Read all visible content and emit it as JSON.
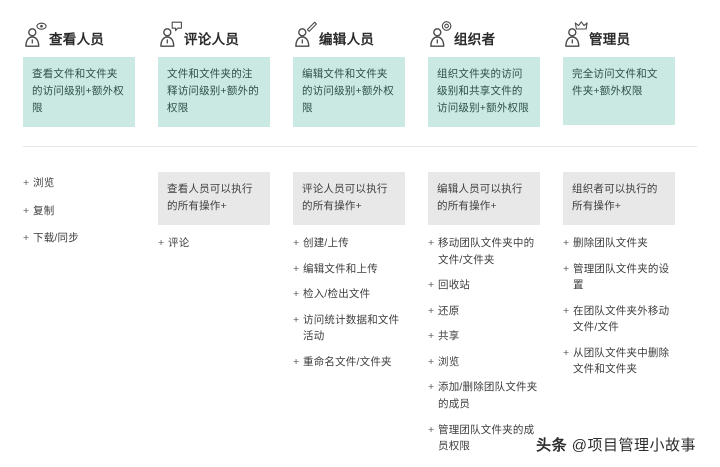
{
  "page": {
    "background": "#ffffff",
    "accent_teal": "#c9e9e2",
    "accent_gray": "#e8e8e8",
    "text_color": "#3d3d3d"
  },
  "roles": [
    {
      "icon": "person-eye-icon",
      "title": "查看人员",
      "description": "查看文件和文件夹的访问级别+额外权限"
    },
    {
      "icon": "person-comment-icon",
      "title": "评论人员",
      "description": "文件和文件夹的注释访问级别+额外的权限"
    },
    {
      "icon": "person-pencil-icon",
      "title": "编辑人员",
      "description": "编辑文件和文件夹的访问级别+额外权限"
    },
    {
      "icon": "person-target-icon",
      "title": "组织者",
      "description": "组织文件夹的访问级别和共享文件的访问级别+额外权限"
    },
    {
      "icon": "person-crown-icon",
      "title": "管理员",
      "description": "完全访问文件和文件夹+额外权限"
    }
  ],
  "permissions": [
    {
      "banner": "",
      "items": [
        "浏览",
        "复制",
        "下载/同步"
      ]
    },
    {
      "banner": "查看人员可以执行的所有操作+",
      "items": [
        "评论"
      ]
    },
    {
      "banner": "评论人员可以执行的所有操作+",
      "items": [
        "创建/上传",
        "编辑文件和上传",
        "检入/检出文件",
        "访问统计数据和文件活动",
        "重命名文件/文件夹"
      ]
    },
    {
      "banner": "编辑人员可以执行的所有操作+",
      "items": [
        "移动团队文件夹中的文件/文件夹",
        "回收站",
        "还原",
        "共享",
        "浏览",
        "添加/删除团队文件夹的成员",
        "管理团队文件夹的成员权限"
      ]
    },
    {
      "banner": "组织者可以执行的所有操作+",
      "items": [
        "删除团队文件夹",
        "管理团队文件夹的设置",
        "在团队文件夹外移动文件/文件",
        "从团队文件夹中删除文件和文件夹"
      ]
    }
  ],
  "watermark": {
    "brand": "头条",
    "handle": "@项目管理小故事"
  },
  "bullet": "+"
}
